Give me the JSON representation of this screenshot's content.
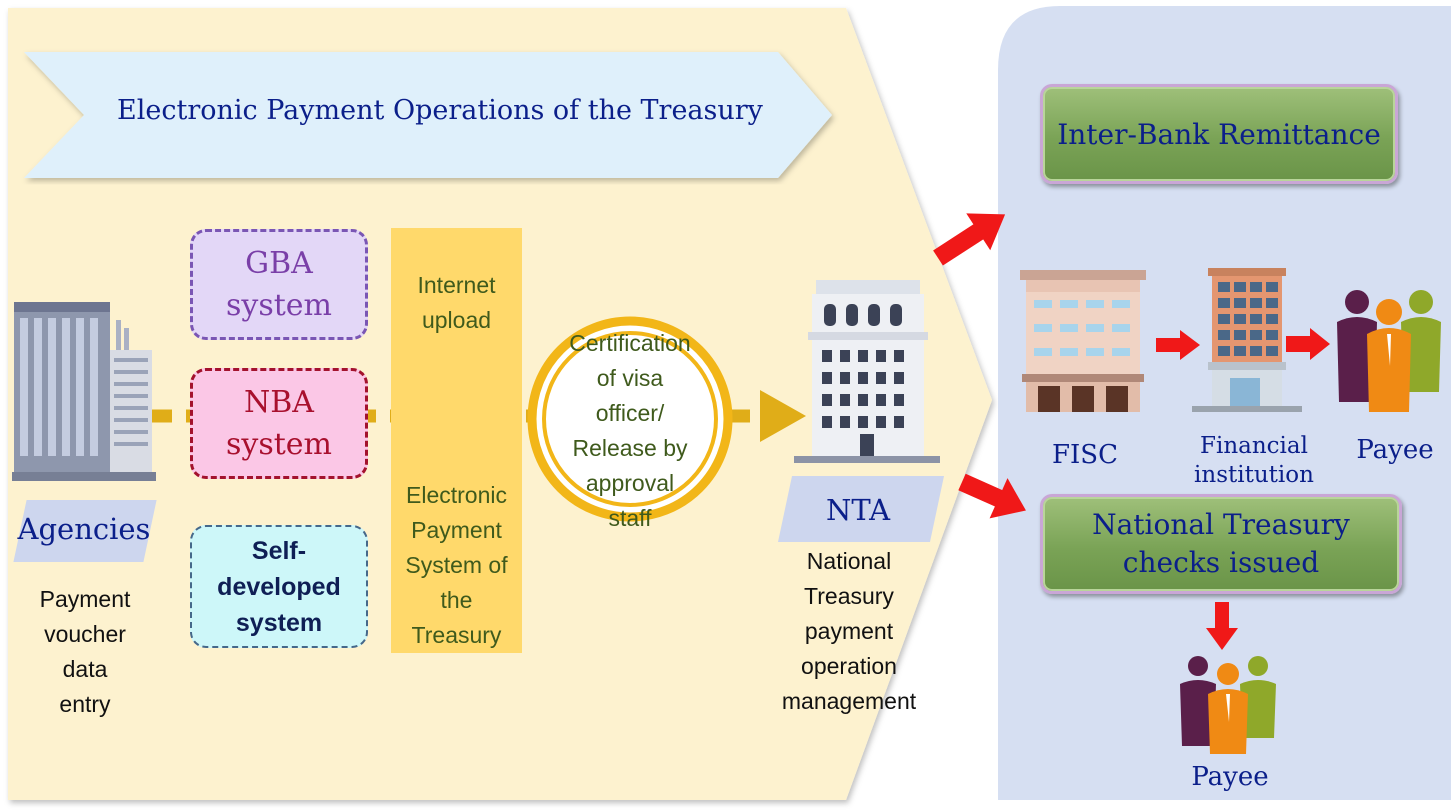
{
  "banner": {
    "title": "Electronic Payment Operations of the Treasury"
  },
  "agencies": {
    "label": "Agencies",
    "description_lines": [
      "Payment",
      "voucher",
      "data",
      "entry"
    ]
  },
  "systems": {
    "gba": [
      "GBA",
      "system"
    ],
    "nba": [
      "NBA",
      "system"
    ],
    "self_developed": [
      "Self-",
      "developed",
      "system"
    ]
  },
  "upload_column": {
    "top_lines": [
      "Internet",
      "upload"
    ],
    "bottom_lines": [
      "Electronic",
      "Payment",
      "System of",
      "the",
      "Treasury"
    ]
  },
  "certification": {
    "lines": [
      "Certification",
      "of  visa",
      "officer/",
      "Release by",
      "approval",
      "staff"
    ]
  },
  "nta": {
    "label": "NTA",
    "description_lines": [
      "National",
      "Treasury",
      "payment",
      "operation",
      "management"
    ]
  },
  "right_panel": {
    "inter_bank": "Inter-Bank Remittance",
    "fisc": "FISC",
    "financial_institution_lines": [
      "Financial",
      "institution"
    ],
    "payee_top": "Payee",
    "checks_lines": [
      "National Treasury",
      "checks issued"
    ],
    "payee_bottom": "Payee"
  },
  "colors": {
    "background_panel": "#fdf2cf",
    "right_panel": "#d6dff2",
    "upload_column": "#ffd96b",
    "dotted_flow": "#e0ad18",
    "arrow_red": "#f01818",
    "text_blue": "#0b1f8a",
    "text_green": "#3f5a1c"
  }
}
